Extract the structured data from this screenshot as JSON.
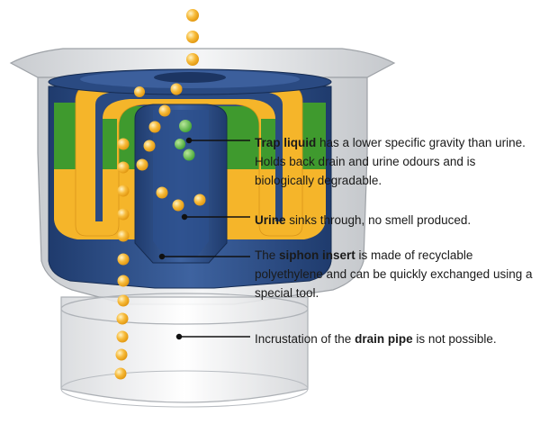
{
  "callouts": [
    {
      "pre": "",
      "bold": "Trap liquid",
      "post": " has a lower specific gravity than urine. Holds back drain and urine odours and is biologically degradable."
    },
    {
      "pre": "",
      "bold": "Urine",
      "post": " sinks through, no smell produced."
    },
    {
      "pre": "The ",
      "bold": "siphon insert",
      "post": " is made of recyclable polyethylene and can be quickly exchanged using a special tool."
    },
    {
      "pre": "Incrustation of the ",
      "bold": "drain pipe",
      "post": " is not possible."
    }
  ],
  "colors": {
    "trap_liquid": "#3f9a2e",
    "urine": "#f5b52a",
    "siphon_insert": "#2f4f86",
    "housing": "#e6e8ea"
  }
}
